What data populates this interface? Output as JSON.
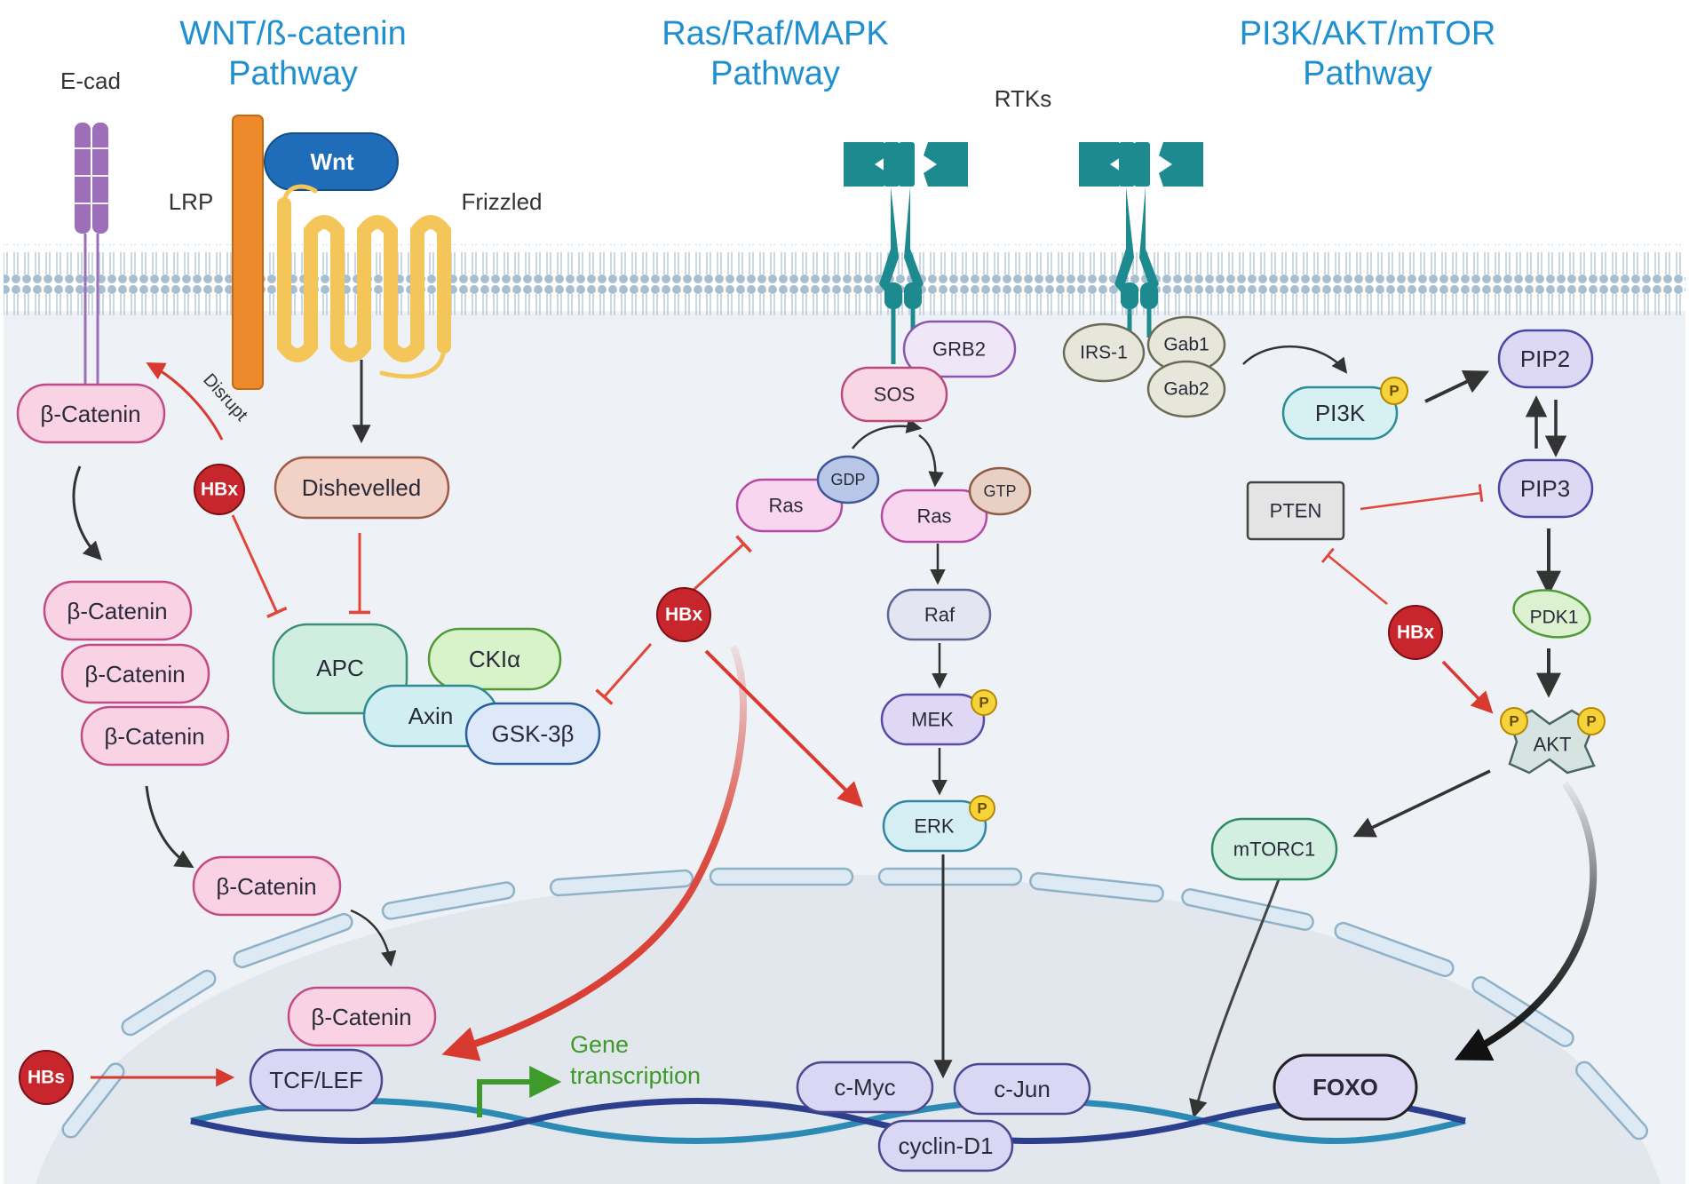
{
  "pathways": {
    "wnt": {
      "line1": "WNT/ß-catenin",
      "line2": "Pathway"
    },
    "ras": {
      "line1": "Ras/Raf/MAPK",
      "line2": "Pathway"
    },
    "pi3k": {
      "line1": "PI3K/AKT/mTOR",
      "line2": "Pathway"
    }
  },
  "labels": {
    "ecad": "E-cad",
    "lrp": "LRP",
    "frizzled": "Frizzled",
    "rtks": "RTKs",
    "disrupt": "Disrupt",
    "gene1": "Gene",
    "gene2": "transcription"
  },
  "nodes": {
    "wnt": "Wnt",
    "bcat1": "β-Catenin",
    "bcat2": "β-Catenin",
    "bcat3": "β-Catenin",
    "bcat4": "β-Catenin",
    "bcat5": "β-Catenin",
    "bcat6": "β-Catenin",
    "dishevelled": "Dishevelled",
    "apc": "APC",
    "ckia": "CKIα",
    "axin": "Axin",
    "gsk3b": "GSK-3β",
    "tcflef": "TCF/LEF",
    "grb2": "GRB2",
    "sos": "SOS",
    "ras_gdp": "Ras",
    "gdp": "GDP",
    "ras_gtp": "Ras",
    "gtp": "GTP",
    "raf": "Raf",
    "mek": "MEK",
    "erk": "ERK",
    "cmyc": "c-Myc",
    "cjun": "c-Jun",
    "cyclind1": "cyclin-D1",
    "irs1": "IRS-1",
    "gab1": "Gab1",
    "gab2": "Gab2",
    "pi3k": "PI3K",
    "pip2": "PIP2",
    "pip3": "PIP3",
    "pten": "PTEN",
    "pdk1": "PDK1",
    "akt": "AKT",
    "mtorc1": "mTORC1",
    "foxo": "FOXO",
    "hbx1": "HBx",
    "hbx2": "HBx",
    "hbx3": "HBx",
    "hbs": "HBs",
    "p": "P"
  },
  "colors": {
    "title": "#1f8fd0",
    "inhibit": "#e0463a",
    "activate_red": "#d93a2f",
    "gene_green": "#3e9a2a",
    "hbx_fill": "#c8262d",
    "membrane": "#9fb8cc",
    "cytoplasm": "#eef1f6",
    "receptor": "#1d8a8f"
  }
}
